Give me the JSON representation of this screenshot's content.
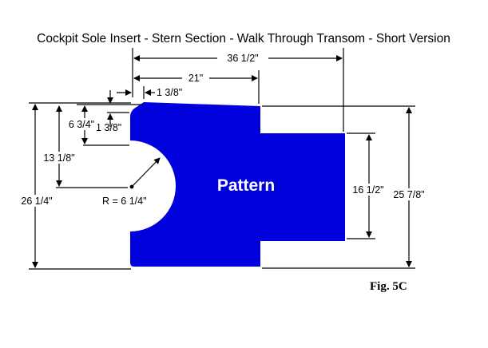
{
  "title": "Cockpit Sole Insert - Stern Section - Walk Through Transom - Short Version",
  "pattern_label": "Pattern",
  "fig_label": "Fig. 5C",
  "colors": {
    "pattern_fill": "#0000dd",
    "ink": "#000000",
    "background": "#ffffff"
  },
  "dimensions": {
    "overall_length": "36 1/2\"",
    "main_length": "21\"",
    "corner_offset": "1 3/8\"",
    "notch_top": "6 3/4\"",
    "corner_drop": "1 3/8\"",
    "arc_center": "13 1/8\"",
    "overall_width": "26 1/4\"",
    "radius": "R = 6 1/4\"",
    "step_width": "16 1/2\"",
    "right_height": "25 7/8\""
  }
}
